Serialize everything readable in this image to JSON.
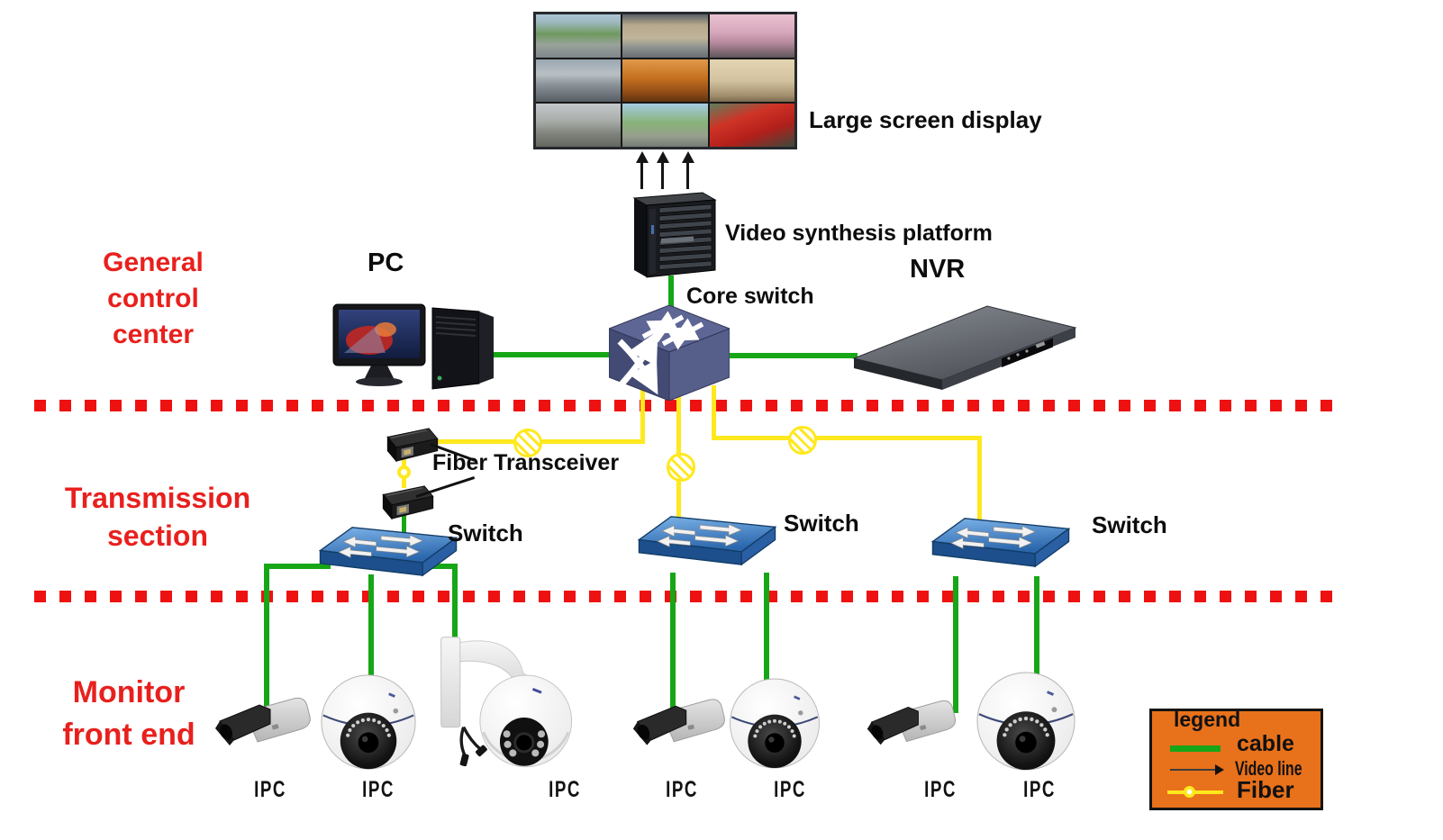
{
  "colors": {
    "cable_green": "#17a617",
    "fiber_yellow": "#ffe81e",
    "divider_red": "#ee1111",
    "section_red": "#e8201d",
    "legend_orange": "#e8711b",
    "switch_blue": "#2b67ad",
    "core_switch_slate": "#5d6694"
  },
  "sections": {
    "general_control_center": "General\ncontrol\ncenter",
    "transmission_section": "Transmission\nsection",
    "monitor_front_end": "Monitor\nfront end"
  },
  "labels": {
    "large_screen": "Large screen display",
    "video_platform": "Video synthesis platform",
    "core_switch": "Core switch",
    "pc": "PC",
    "nvr": "NVR",
    "fiber_transceiver": "Fiber Transceiver",
    "switch_1": "Switch",
    "switch_2": "Switch",
    "switch_3": "Switch"
  },
  "cameras": [
    {
      "type": "bullet",
      "label": "IPC"
    },
    {
      "type": "dome",
      "label": "IPC"
    },
    {
      "type": "ptz",
      "label": "IPC"
    },
    {
      "type": "bullet",
      "label": "IPC"
    },
    {
      "type": "dome",
      "label": "IPC"
    },
    {
      "type": "bullet",
      "label": "IPC"
    },
    {
      "type": "dome",
      "label": "IPC"
    }
  ],
  "legend": {
    "title": "legend",
    "items": [
      {
        "label": "cable",
        "line": "green-solid"
      },
      {
        "label": "Video line",
        "line": "black-arrow"
      },
      {
        "label": "Fiber",
        "line": "yellow-dot"
      }
    ]
  }
}
